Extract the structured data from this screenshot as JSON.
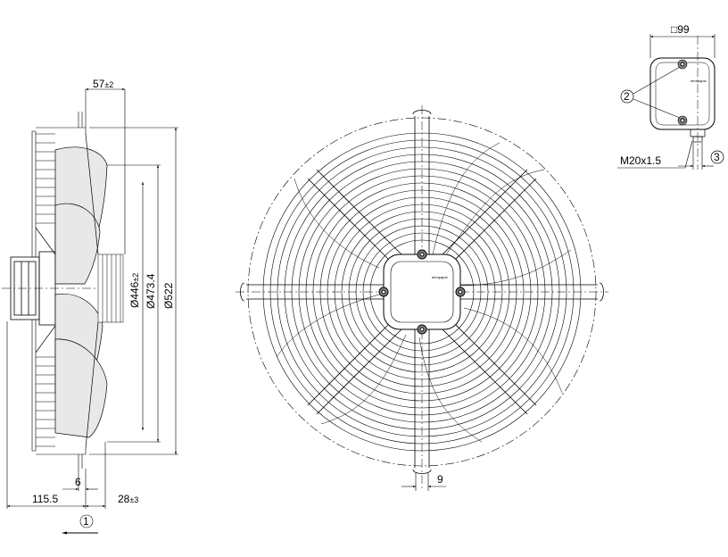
{
  "dimensions": {
    "depth_57": "57",
    "depth_57_tol": "±2",
    "dia_446": "Ø446",
    "dia_446_tol": "±2",
    "dia_473": "Ø473.4",
    "dia_522": "Ø522",
    "offset_6": "6",
    "depth_115": "115.5",
    "depth_28": "28",
    "depth_28_tol": "±3",
    "hole_9": "9",
    "box_99": "□99",
    "gland": "M20x1.5"
  },
  "callouts": {
    "c1": "1",
    "c2": "2",
    "c3": "3"
  },
  "brand": {
    "box_label": "ebmpapst",
    "hub_label": "ebmpapst"
  }
}
